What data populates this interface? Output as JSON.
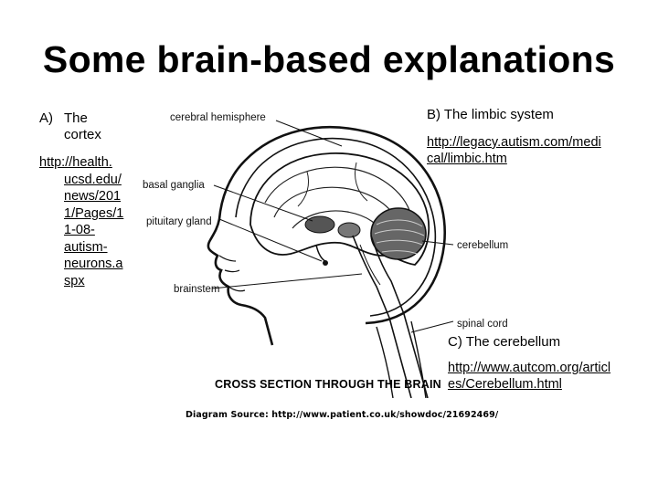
{
  "title": "Some brain-based explanations",
  "section_a": {
    "letter": "A)",
    "label_line1": "The",
    "label_line2": "cortex",
    "url_lines": [
      "http://health.",
      "ucsd.edu/",
      "news/201",
      "1/Pages/1",
      "1-08-",
      "autism-",
      "neurons.a",
      "spx"
    ]
  },
  "section_b": {
    "label": "B) The limbic system",
    "url_lines": [
      "http://legacy.autism.com/medi",
      "cal/limbic.htm"
    ]
  },
  "section_c": {
    "label": "C) The cerebellum",
    "url_lines": [
      "http://www.autcom.org/articl",
      "es/Cerebellum.html"
    ]
  },
  "diagram": {
    "labels": {
      "cerebral_hemisphere": "cerebral hemisphere",
      "basal_ganglia": "basal ganglia",
      "pituitary_gland": "pituitary gland",
      "brainstem": "brainstem",
      "cerebellum": "cerebellum",
      "spinal_cord": "spinal cord"
    },
    "caption": "CROSS SECTION THROUGH THE BRAIN",
    "source": "Diagram Source: http://www.patient.co.uk/showdoc/21692469/"
  }
}
